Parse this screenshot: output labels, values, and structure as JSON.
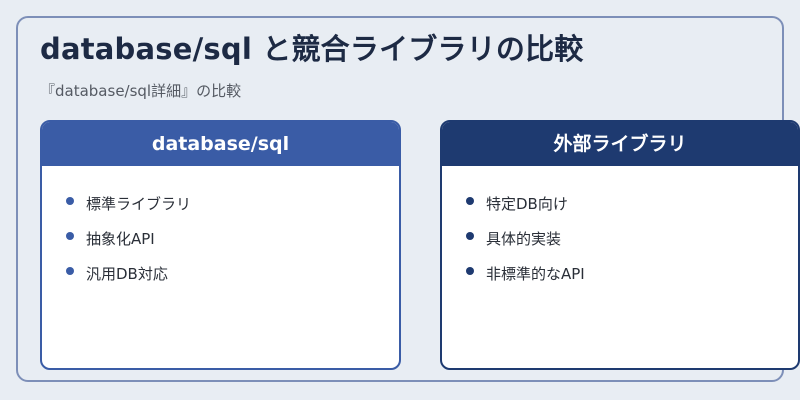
{
  "header": {
    "title": "database/sql と競合ライブラリの比較",
    "subtitle": "『database/sql詳細』の比較"
  },
  "colors": {
    "background": "#e8edf3",
    "frame_border": "#7d8fb8",
    "left_accent": "#3a5ca6",
    "right_accent": "#1e3a70"
  },
  "cards": [
    {
      "title": "database/sql",
      "items": [
        "標準ライブラリ",
        "抽象化API",
        "汎用DB対応"
      ]
    },
    {
      "title": "外部ライブラリ",
      "items": [
        "特定DB向け",
        "具体的実装",
        "非標準的なAPI"
      ]
    }
  ]
}
